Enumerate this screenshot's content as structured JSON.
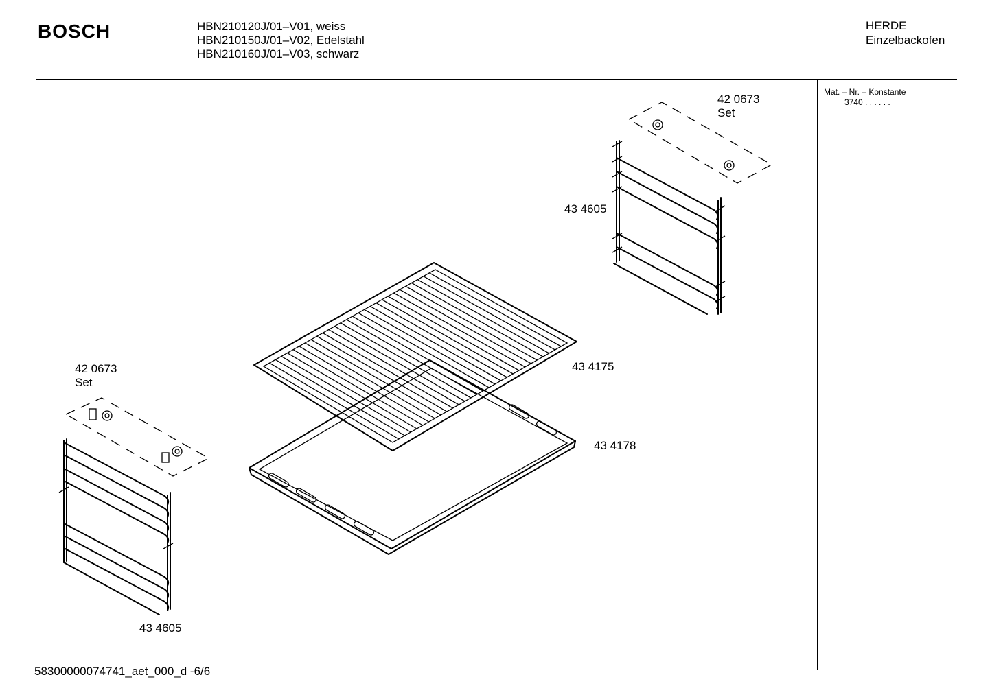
{
  "header": {
    "brand": "BOSCH",
    "models": [
      "HBN210120J/01–V01, weiss",
      "HBN210150J/01–V02, Edelstahl",
      "HBN210160J/01–V03, schwarz"
    ],
    "category": "HERDE",
    "subcategory": "Einzelbackofen"
  },
  "sidepanel": {
    "heading": "Mat. – Nr. – Konstante",
    "value": "3740 . . . . . ."
  },
  "parts": {
    "set_top": {
      "number": "42 0673",
      "label": "Set"
    },
    "rails_top": {
      "number": "43 4605"
    },
    "grid_rack": {
      "number": "43 4175"
    },
    "baking_tray": {
      "number": "43 4178"
    },
    "set_left": {
      "number": "42 0673",
      "label": "Set"
    },
    "rails_left": {
      "number": "43 4605"
    }
  },
  "footer": {
    "doc_id": "58300000074741_aet_000_d",
    "page": "-6/6"
  }
}
